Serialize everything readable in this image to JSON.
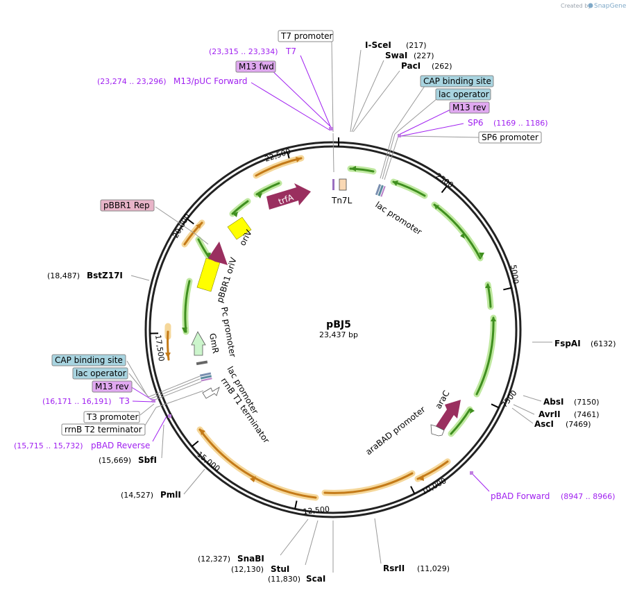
{
  "brand": {
    "created_by": "Created by",
    "name": "SnapGene"
  },
  "plasmid": {
    "name": "pBJ5",
    "size_label": "23,437 bp",
    "length": 23437
  },
  "ticks": [
    {
      "pos": 2500,
      "label": "2500"
    },
    {
      "pos": 5000,
      "label": "5000"
    },
    {
      "pos": 7500,
      "label": "7500"
    },
    {
      "pos": 10000,
      "label": "10,000"
    },
    {
      "pos": 12500,
      "label": "12,500"
    },
    {
      "pos": 15000,
      "label": "15,000"
    },
    {
      "pos": 17500,
      "label": "17,500"
    },
    {
      "pos": 20000,
      "label": "20,000"
    },
    {
      "pos": 22500,
      "label": "22,500"
    }
  ],
  "enzymes": [
    {
      "name": "I-SceI",
      "pos": "(217)",
      "side": "right"
    },
    {
      "name": "SwaI",
      "pos": "(227)",
      "side": "right"
    },
    {
      "name": "PacI",
      "pos": "(262)",
      "side": "right"
    },
    {
      "name": "FspAI",
      "pos": "(6132)",
      "side": "right"
    },
    {
      "name": "AbsI",
      "pos": "(7150)",
      "side": "right"
    },
    {
      "name": "AvrII",
      "pos": "(7461)",
      "side": "right"
    },
    {
      "name": "AscI",
      "pos": "(7469)",
      "side": "right"
    },
    {
      "name": "RsrII",
      "pos": "(11,029)",
      "side": "right"
    },
    {
      "name": "ScaI",
      "pos": "(11,830)",
      "side": "left"
    },
    {
      "name": "StuI",
      "pos": "(12,130)",
      "side": "left"
    },
    {
      "name": "SnaBI",
      "pos": "(12,327)",
      "side": "left"
    },
    {
      "name": "PmlI",
      "pos": "(14,527)",
      "side": "left"
    },
    {
      "name": "SbfI",
      "pos": "(15,669)",
      "side": "left"
    },
    {
      "name": "BstZ17I",
      "pos": "(18,487)",
      "side": "left"
    }
  ],
  "primers": [
    {
      "name": "T7",
      "coords": "(23,315 .. 23,334)"
    },
    {
      "name": "M13/pUC Forward",
      "coords": "(23,274 .. 23,296)"
    },
    {
      "name": "SP6",
      "coords": "(1169 .. 1186)"
    },
    {
      "name": "pBAD Forward",
      "coords": "(8947 .. 8966)"
    },
    {
      "name": "T3",
      "coords": "(16,171 .. 16,191)"
    },
    {
      "name": "pBAD Reverse",
      "coords": "(15,715 .. 15,732)"
    }
  ],
  "boxed_features": {
    "t7_promoter": "T7 promoter",
    "m13_fwd": "M13 fwd",
    "cap_top": "CAP binding site",
    "lac_op_top": "lac operator",
    "m13_rev_top": "M13 rev",
    "sp6_promoter": "SP6 promoter",
    "pbbr1_rep": "pBBR1 Rep",
    "cap_bottom": "CAP binding site",
    "lac_op_bottom": "lac operator",
    "m13_rev_bottom": "M13 rev",
    "t3_promoter": "T3 promoter",
    "rrnb_t2": "rrnB T2 terminator"
  },
  "inner_features": {
    "tn7l": "Tn7L",
    "lac_promoter_top": "lac promoter",
    "trfa": "trfA",
    "oriv": "oriV",
    "pbbr1_oriv": "pBBR1 oriV",
    "pc_promoter": "Pc promoter",
    "gmr": "GmR",
    "lac_promoter_left": "lac promoter",
    "rrnb_t1": "rrnB T1 terminator",
    "arac": "araC",
    "arabad_promoter": "araBAD promoter"
  },
  "colors": {
    "primer": "#a020f0",
    "cap_box": "#a8d4e0",
    "m13_box": "#e0a8f0",
    "rep_box": "#e8b4c8",
    "orf": "#9a2f5f",
    "ori": "#ffff00",
    "green_arrow": "#3f8f1f",
    "orange_arrow": "#c47a18"
  }
}
